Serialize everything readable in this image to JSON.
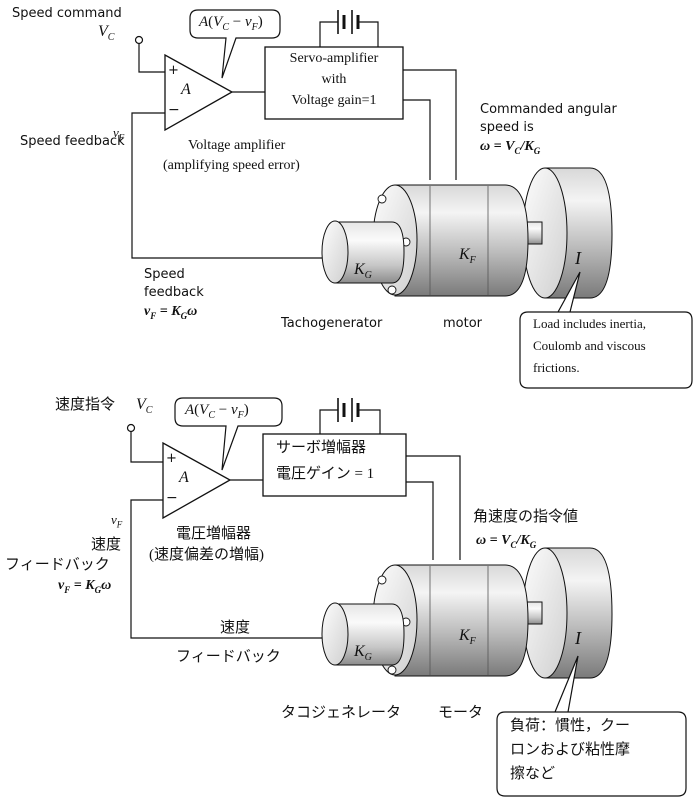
{
  "top": {
    "speed_command": "Speed command",
    "vc": "VC",
    "error_bubble": "A(VC − vF)",
    "amp_gain": "A",
    "plus": "+",
    "minus": "−",
    "servo_line1": "Servo-amplifier",
    "servo_line2": "with",
    "servo_line3": "Voltage gain=1",
    "vf_symbol": "vF",
    "speed_feedback": "Speed feedback",
    "voltage_amp_line1": "Voltage amplifier",
    "voltage_amp_line2": "(amplifying speed error)",
    "commanded_line1": "Commanded angular",
    "commanded_line2": "speed is",
    "commanded_formula": "ω = VC/KG",
    "kg": "KG",
    "kf": "KF",
    "inertia": "I",
    "feedback_line1": "Speed",
    "feedback_line2": "feedback",
    "feedback_formula": "vF = KGω",
    "tachogenerator": "Tachogenerator",
    "motor": "motor",
    "load_line1": "Load includes inertia,",
    "load_line2": "Coulomb and viscous",
    "load_line3": "frictions."
  },
  "bottom": {
    "speed_command": "速度指令",
    "vc": "VC",
    "error_bubble": "A(VC − vF)",
    "amp_gain": "A",
    "plus": "+",
    "minus": "−",
    "servo_line1": "サーボ増幅器",
    "servo_line2": "電圧ゲイン = 1",
    "vf_symbol": "vF",
    "speed_label": "速度",
    "feedback_label": "フィードバック",
    "feedback_formula": "vF = KGω",
    "voltage_amp_line1": "電圧増幅器",
    "voltage_amp_line2": "(速度偏差の増幅)",
    "commanded_line1": "角速度の指令値",
    "commanded_formula": "ω = VC/KG",
    "kg": "KG",
    "kf": "KF",
    "inertia": "I",
    "feedback2_line1": "速度",
    "feedback2_line2": "フィードバック",
    "tachogenerator": "タコジェネレータ",
    "motor": "モータ",
    "load_line1": "負荷：慣性，クー",
    "load_line2": "ロンおよび粘性摩",
    "load_line3": "擦など"
  }
}
